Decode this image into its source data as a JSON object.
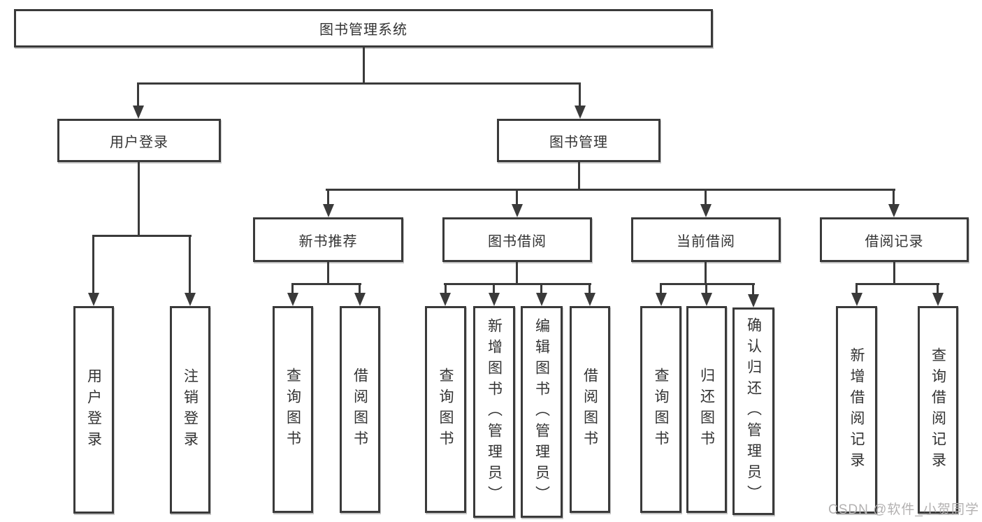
{
  "diagram": {
    "title": "图书管理系统",
    "level2": {
      "user_login": "用户登录",
      "book_management": "图书管理"
    },
    "level3": {
      "new_book_recommend": "新书推荐",
      "book_borrow": "图书借阅",
      "current_borrow": "当前借阅",
      "borrow_records": "借阅记录"
    },
    "leaves": {
      "user_login": "用户登录",
      "logout": "注销登录",
      "rec_query_book": "查询图书",
      "rec_borrow_book": "借阅图书",
      "bb_query_book": "查询图书",
      "bb_add_book_admin": "新增图书（管理员）",
      "bb_edit_book_admin": "编辑图书（管理员）",
      "bb_borrow_book": "借阅图书",
      "cb_query_book": "查询图书",
      "cb_return_book": "归还图书",
      "cb_confirm_return_admin": "确认归还（管理员）",
      "br_add_record": "新增借阅记录",
      "br_query_record": "查询借阅记录"
    },
    "watermark": "CSDN @软件_小贺同学",
    "colors": {
      "line": "#3a3a3a",
      "text": "#333333",
      "background": "#ffffff",
      "watermark": "#b3b1b1"
    }
  }
}
